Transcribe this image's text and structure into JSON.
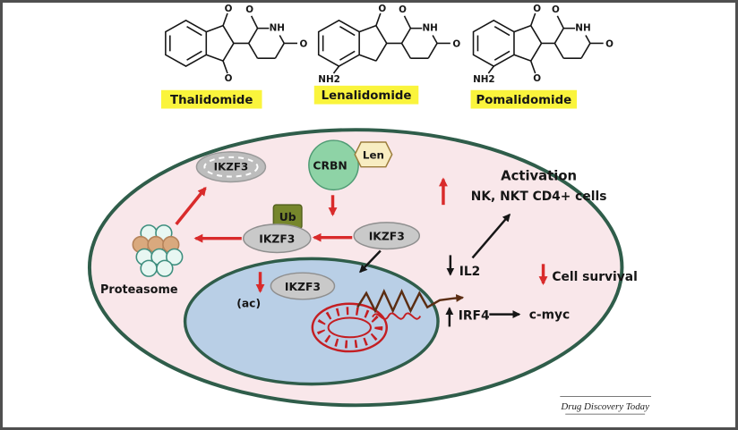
{
  "compounds": [
    {
      "label": "Thalidomide"
    },
    {
      "label": "Lenalidomide"
    },
    {
      "label": "Pomalidomide"
    }
  ],
  "atoms": {
    "o": "O",
    "nh": "NH",
    "nh2": "NH2"
  },
  "cell": {
    "crbn": "CRBN",
    "len": "Len",
    "ub": "Ub",
    "ikzf3_degraded": "IKZF3",
    "ikzf3_ubiquitinated": "IKZF3",
    "ikzf3_cytoplasmic": "IKZF3",
    "ikzf3_nuclear": "IKZF3",
    "ac": "(ac)",
    "proteasome": "Proteasome"
  },
  "pathway": {
    "activation_title": "Activation",
    "activation_cells": "NK, NKT CD4+ cells",
    "il2": "IL2",
    "irf4": "IRF4",
    "c_myc": "c-myc",
    "cell_survival": "Cell survival"
  },
  "footer": {
    "source": "Drug Discovery Today"
  },
  "colors": {
    "highlight": "#FAF43C",
    "cell_fill": "#F9E7EA",
    "cell_border": "#2F5D4A",
    "nucleus_fill": "#B9CFE6",
    "red_arrow": "#D92B2B",
    "il2_text": "#C4761B",
    "irf4_text": "#7A3D12",
    "mrna": "#5B2D12",
    "dna": "#C41E22",
    "crbn_fill": "#8ED3A6",
    "len_fill": "#F8EDC2",
    "ub_fill": "#76862C"
  }
}
